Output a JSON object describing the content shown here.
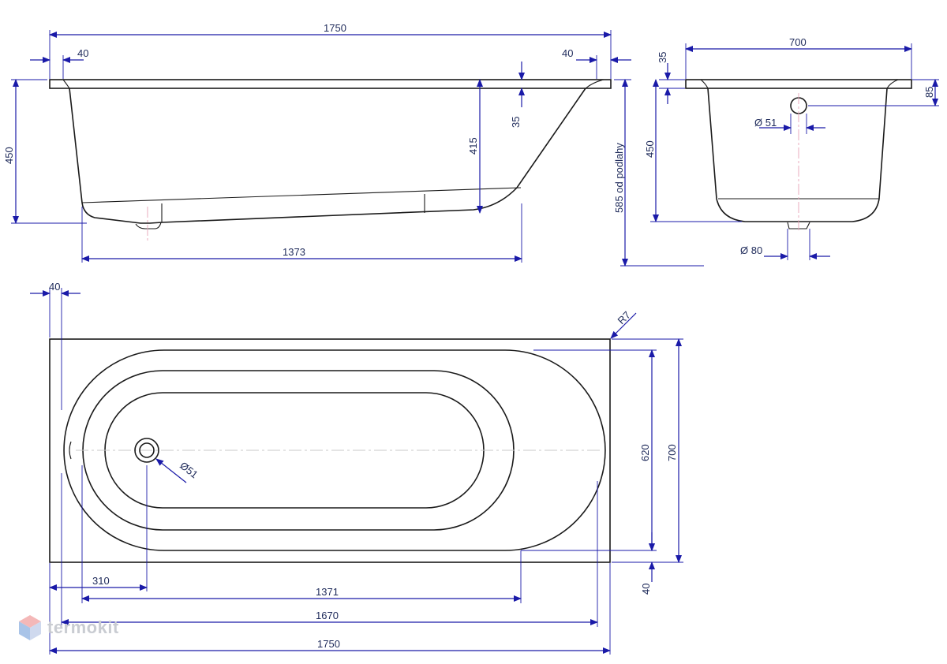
{
  "dimensions": {
    "side_length_top": "1750",
    "side_rim_left": "40",
    "side_rim_right": "40",
    "side_height_left": "450",
    "side_depth": "415",
    "side_rim_thickness": "35",
    "side_floor_height": "585 od podlahy",
    "side_bottom_length": "1373",
    "end_width": "700",
    "end_rim": "35",
    "end_height": "450",
    "end_overflow_offset": "85",
    "end_overflow_dia": "Ø 51",
    "end_drain_dia": "Ø 80",
    "plan_rim_left": "40",
    "plan_radius": "R7",
    "plan_drain_dia": "Ø51",
    "plan_inner_width": "620",
    "plan_width": "700",
    "plan_rim_bottom": "40",
    "plan_drain_offset": "310",
    "plan_inner_length": "1371",
    "plan_outer_inner_length": "1670",
    "plan_total_length": "1750"
  },
  "watermark": {
    "text": "termokit",
    "icon": "cube-logo-icon"
  }
}
